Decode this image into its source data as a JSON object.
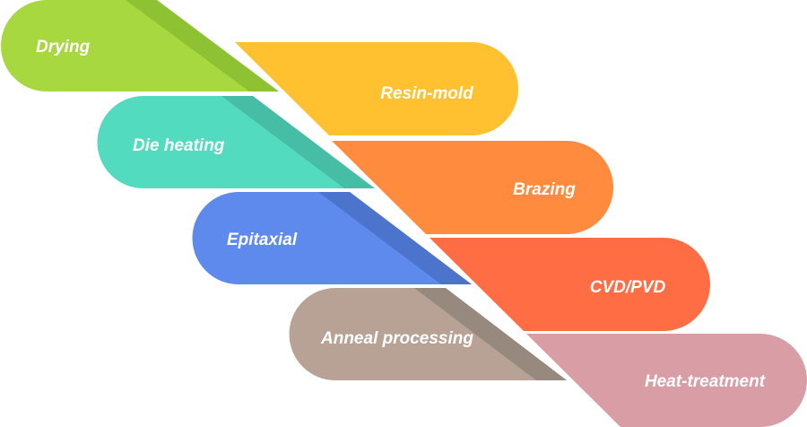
{
  "steps": {
    "left": [
      {
        "label": "Drying",
        "color": "#a7d83f",
        "fold": "#8fc232"
      },
      {
        "label": "Die heating",
        "color": "#52dbbf",
        "fold": "#45bea5"
      },
      {
        "label": "Epitaxial",
        "color": "#5e8aed",
        "fold": "#4d74cc"
      },
      {
        "label": "Anneal processing",
        "color": "#b8a296",
        "fold": "#98897f"
      }
    ],
    "right": [
      {
        "label": "Resin-mold",
        "color": "#ffc12f"
      },
      {
        "label": "Brazing",
        "color": "#ff8c3e"
      },
      {
        "label": "CVD/PVD",
        "color": "#ff6d45"
      },
      {
        "label": "Heat-treatment",
        "color": "#d99da5"
      }
    ]
  }
}
